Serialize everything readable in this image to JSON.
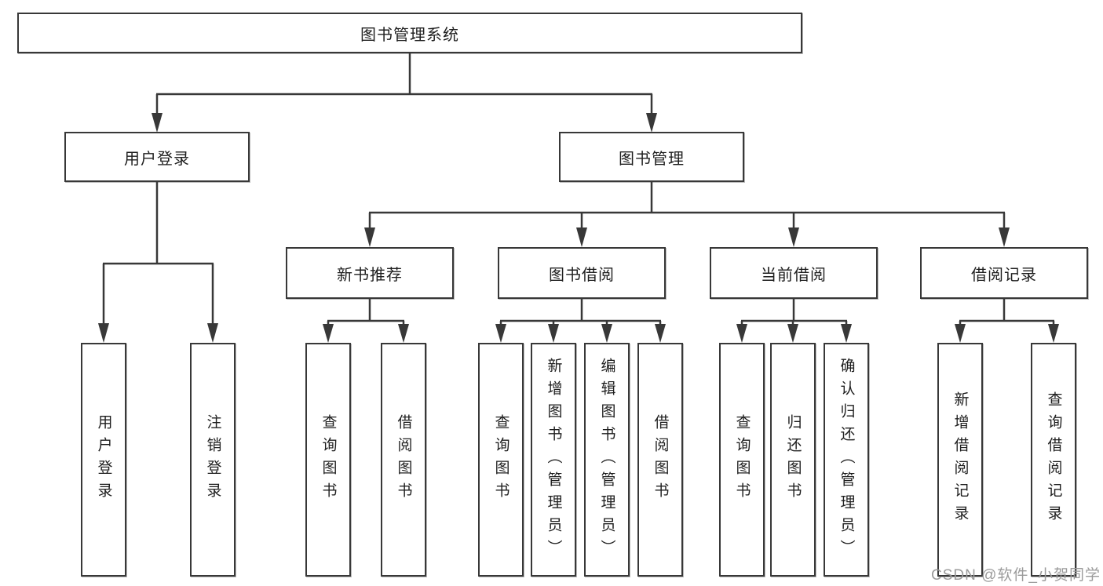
{
  "diagram": {
    "title": "图书管理系统",
    "type": "function-structure-tree",
    "colors": {
      "line": "#383838",
      "box_border": "#383838",
      "text": "#1e1e1e",
      "watermark": "#9b9b9b",
      "background": "#ffffff"
    },
    "root": {
      "label": "图书管理系统"
    },
    "level2": [
      {
        "label": "用户登录",
        "parent": "图书管理系统"
      },
      {
        "label": "图书管理",
        "parent": "图书管理系统"
      }
    ],
    "level3": [
      {
        "label": "新书推荐",
        "parent": "图书管理"
      },
      {
        "label": "图书借阅",
        "parent": "图书管理"
      },
      {
        "label": "当前借阅",
        "parent": "图书管理"
      },
      {
        "label": "借阅记录",
        "parent": "图书管理"
      }
    ],
    "leaves": [
      {
        "label": "用户登录",
        "parent": "用户登录"
      },
      {
        "label": "注销登录",
        "parent": "用户登录"
      },
      {
        "label": "查询图书",
        "parent": "新书推荐"
      },
      {
        "label": "借阅图书",
        "parent": "新书推荐"
      },
      {
        "label": "查询图书",
        "parent": "图书借阅"
      },
      {
        "label": "新增图书（管理员）",
        "parent": "图书借阅"
      },
      {
        "label": "编辑图书（管理员）",
        "parent": "图书借阅"
      },
      {
        "label": "借阅图书",
        "parent": "图书借阅"
      },
      {
        "label": "查询图书",
        "parent": "当前借阅"
      },
      {
        "label": "归还图书",
        "parent": "当前借阅"
      },
      {
        "label": "确认归还（管理员）",
        "parent": "当前借阅"
      },
      {
        "label": "新增借阅记录",
        "parent": "借阅记录"
      },
      {
        "label": "查询借阅记录",
        "parent": "借阅记录"
      }
    ],
    "watermark": "CSDN @软件_小贺同学"
  }
}
